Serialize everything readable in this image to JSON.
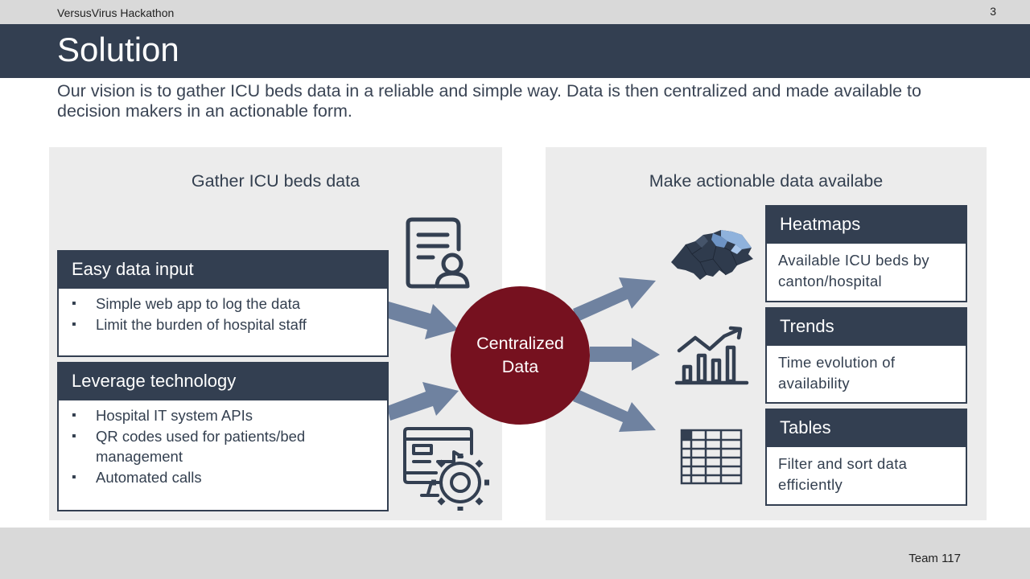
{
  "header": {
    "event": "VersusVirus Hackathon",
    "page_number": "3",
    "title": "Solution"
  },
  "subtitle": "Our vision is to gather ICU beds data in a reliable and simple way. Data is then centralized and made available to decision makers in an actionable form.",
  "left_panel": {
    "heading": "Gather ICU beds data",
    "cards": [
      {
        "title": "Easy data input",
        "bullets": [
          "Simple web app to log the data",
          "Limit the burden of hospital staff"
        ]
      },
      {
        "title": "Leverage technology",
        "bullets": [
          "Hospital IT system APIs",
          "QR codes used for patients/bed management",
          "Automated calls"
        ]
      }
    ]
  },
  "hub": {
    "line1": "Centralized",
    "line2": "Data"
  },
  "right_panel": {
    "heading": "Make actionable data availabe",
    "cards": [
      {
        "title": "Heatmaps",
        "body": "Available ICU beds by canton/hospital"
      },
      {
        "title": "Trends",
        "body": "Time evolution of availability"
      },
      {
        "title": "Tables",
        "body": "Filter and sort data efficiently"
      }
    ]
  },
  "icons": [
    "form-user-icon",
    "computer-gear-icon",
    "switzerland-map-icon",
    "trend-chart-icon",
    "table-icon"
  ],
  "colors": {
    "navy": "#333f51",
    "hub": "#76111f",
    "arrow": "#6f82a0",
    "panel": "#ececec"
  },
  "footer": {
    "team": "Team 117"
  }
}
